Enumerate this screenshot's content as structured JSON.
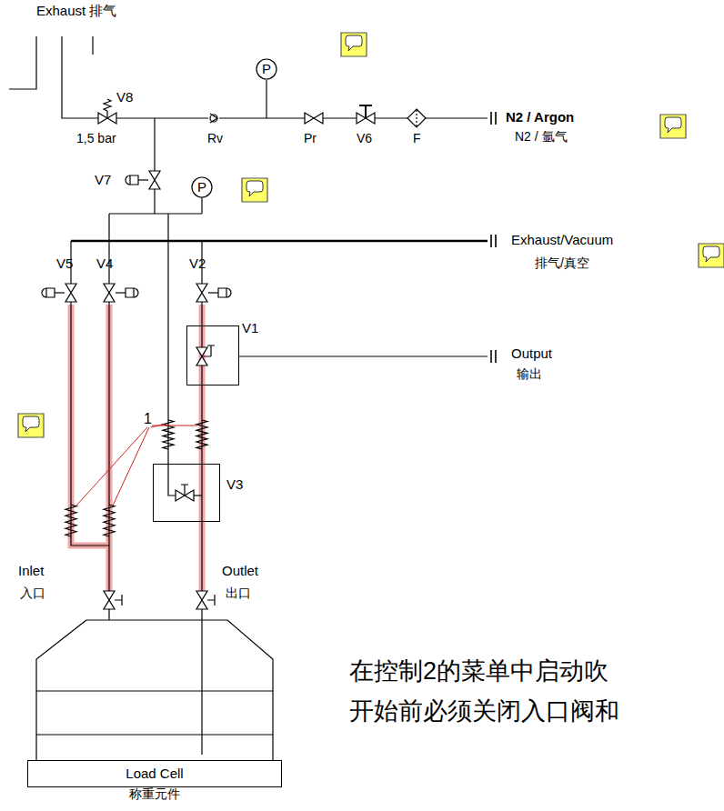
{
  "diagram": {
    "nodes": [
      {
        "text": [
          "V1"
        ]
      },
      {
        "text": [
          "V3"
        ]
      },
      {
        "text": [
          "Load Cell",
          "称重元件"
        ]
      }
    ],
    "labels": [
      "Exhaust 排气",
      "V8",
      "1,5 bar",
      "Rv",
      "Pr",
      "V6",
      "F",
      "N2 / Argon",
      "N2 / 氩气",
      "V7",
      "P",
      "P",
      "Exhaust/Vacuum",
      "排气/真空",
      "V5",
      "V4",
      "V2",
      "Output",
      "输出",
      "1",
      "Inlet",
      "入口",
      "Outlet",
      "出口",
      "在控制2的菜单中启动吹",
      "开始前必须关闭入口阀和"
    ]
  }
}
